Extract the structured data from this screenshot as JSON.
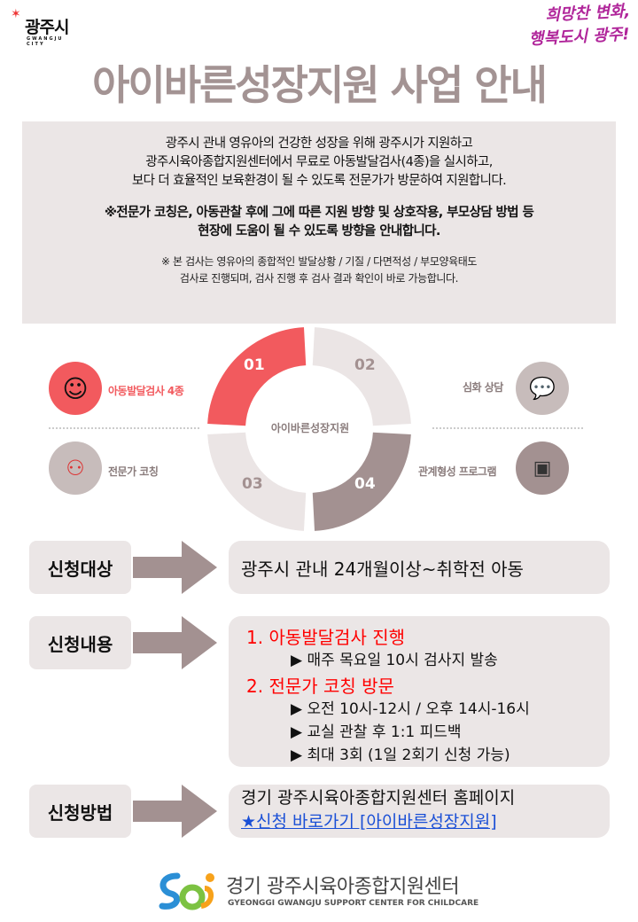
{
  "header": {
    "logo_ko": "광주시",
    "logo_en": "GWANGJU CITY",
    "slogan_line1": "희망찬 변화,",
    "slogan_line2": "행복도시 광주!"
  },
  "title": "아이바른성장지원 사업 안내",
  "intro": {
    "lines": [
      "광주시 관내 영유아의 건강한 성장을 위해 광주시가 지원하고",
      "광주시육아종합지원센터에서 무료로 아동발달검사(4종)을 실시하고,",
      "보다 더 효율적인 보육환경이 될 수 있도록 전문가가 방문하여 지원합니다."
    ],
    "bold": [
      "※전문가 코칭은, 아동관찰 후에 그에 따른 지원 방향 및 상호작용, 부모상담 방법 등",
      "현장에 도움이 될 수 있도록 방향을 안내합니다."
    ],
    "note": [
      "※ 본 검사는 영유아의 종합적인 발달상황 / 기질 / 다면적성 / 부모양육태도",
      "검사로 진행되며, 검사 진행 후 검사 결과 확인이 바로 가능합니다."
    ]
  },
  "diagram": {
    "center": "아이바른성장지원",
    "steps": [
      "01",
      "02",
      "03",
      "04"
    ],
    "items": [
      "아동발달검사 4종",
      "심화 상담",
      "전문가 코칭",
      "관계형성 프로그램"
    ],
    "colors": {
      "red": "#f25a5e",
      "light": "#ebe5e5",
      "brown": "#a39191",
      "gray": "#c7bcbb"
    }
  },
  "rows": [
    {
      "label": "신청대상",
      "text": "광주시 관내 24개월이상~취학전 아동"
    },
    {
      "label": "신청내용",
      "items": [
        {
          "title": "1.  아동발달검사 진행",
          "subs": [
            "▶ 매주 목요일 10시 검사지 발송"
          ]
        },
        {
          "title": "2.  전문가 코칭 방문",
          "subs": [
            "▶ 오전 10시-12시 / 오후 14시-16시",
            "▶ 교실 관찰 후 1:1 피드백",
            "▶ 최대 3회 (1일 2회기 신청 가능)"
          ]
        }
      ]
    },
    {
      "label": "신청방법",
      "text": "경기 광주시육아종합지원센터 홈페이지",
      "link": "★신청 바로가기 [아이바른성장지원]"
    }
  ],
  "footer": {
    "ko": "경기 광주시육아종합지원센터",
    "en": "GYEONGGI GWANGJU SUPPORT CENTER FOR CHILDCARE"
  }
}
